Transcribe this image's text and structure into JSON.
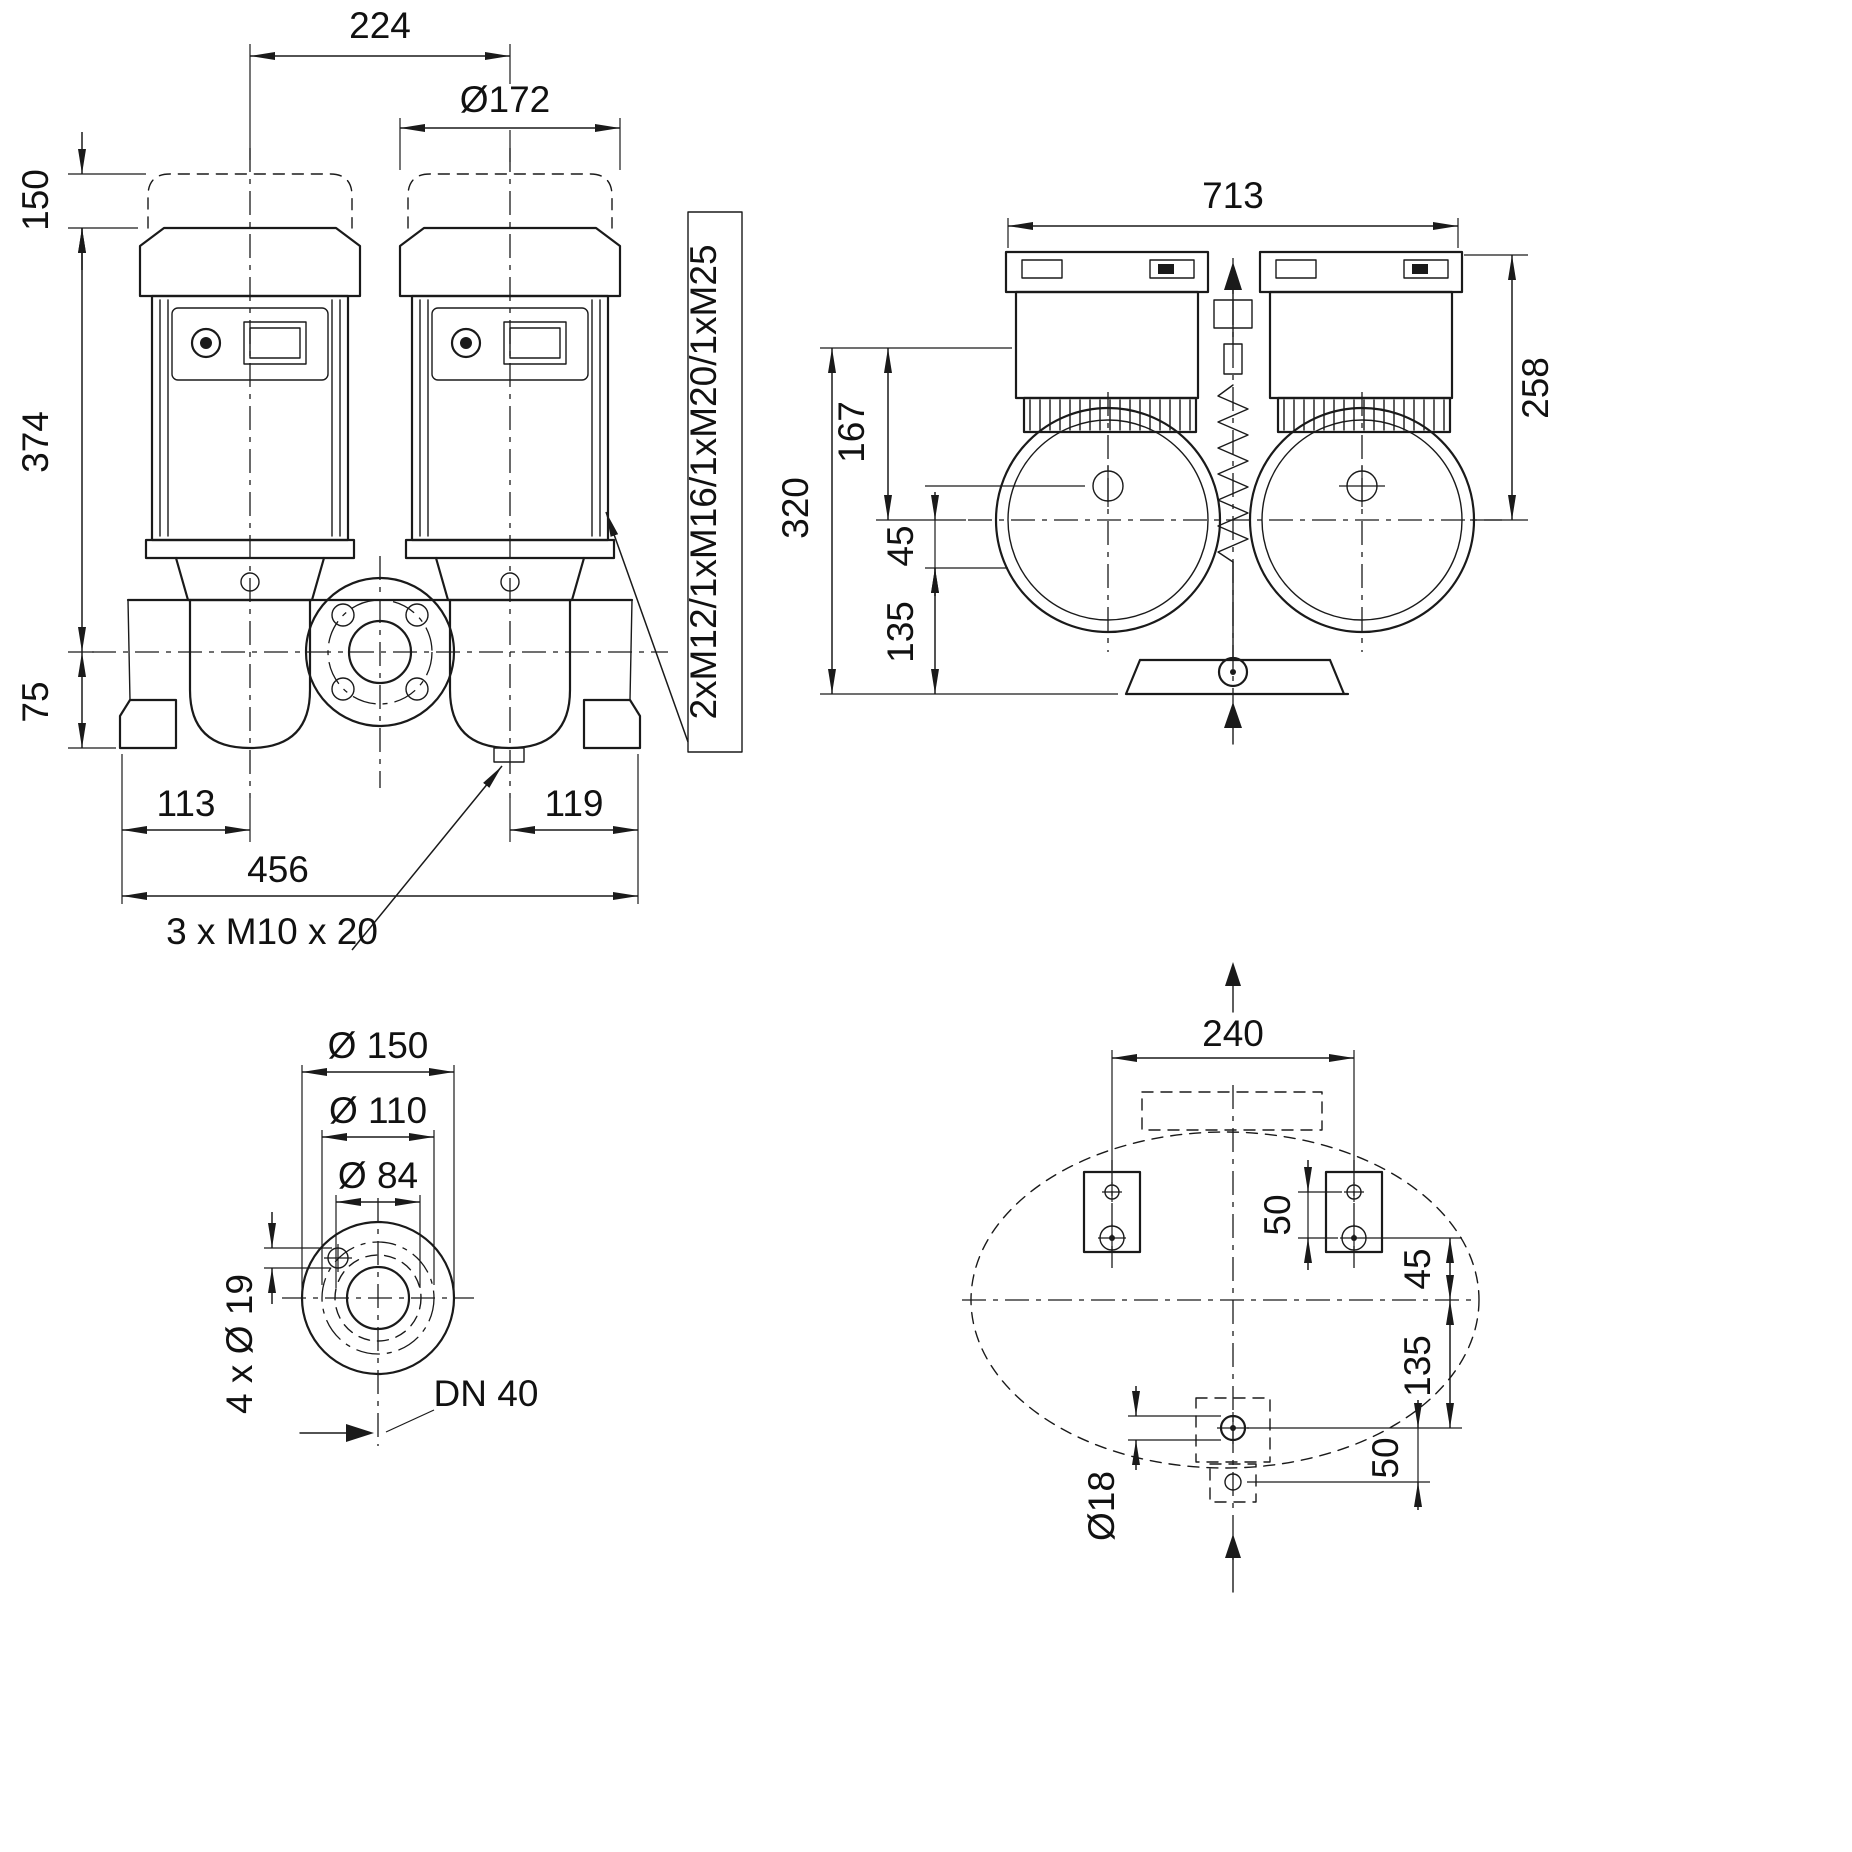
{
  "meta": {
    "drawing_type": "pump-dimension-drawing",
    "line_color": "#1a1a1a",
    "background": "#ffffff"
  },
  "views": {
    "front": {
      "dims": {
        "top_pitch": "224",
        "motor_diameter": "Ø172",
        "cap_height": "150",
        "motor_height": "374",
        "base_to_center": "75",
        "left_foot_offset": "113",
        "right_foot_offset": "119",
        "overall_width": "456",
        "foundation_bolts": "3 x M10 x 20",
        "cable_glands": "2xM12/1xM16/1xM20/1xM25"
      }
    },
    "side": {
      "dims": {
        "overall_width": "713",
        "top_to_center": "258",
        "housing_to_center": "167",
        "housing_to_base": "320",
        "center_to_port": "45",
        "port_to_base": "135"
      }
    },
    "flange": {
      "dims": {
        "outer_diameter": "Ø 150",
        "bolt_circle": "Ø 110",
        "raised_face": "Ø 84",
        "bolt_holes": "4 x Ø 19",
        "nominal_diameter": "DN 40"
      }
    },
    "plan": {
      "dims": {
        "bolt_pitch": "240",
        "pad_hole_pitch": "50",
        "center_to_hole": "45",
        "center_to_bottom_hole": "135",
        "bottom_hole_pitch": "50",
        "bottom_hole_diameter": "Ø18"
      }
    }
  }
}
